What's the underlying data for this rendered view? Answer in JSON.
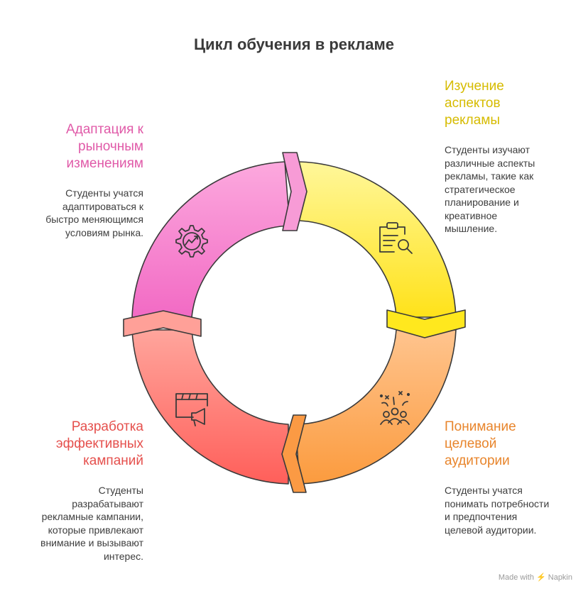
{
  "title": "Цикл обучения в рекламе",
  "colors": {
    "study": "#e6c800",
    "audience": "#f08a30",
    "campaigns": "#e8504f",
    "adaptation": "#e05aa8"
  },
  "stages": {
    "study": {
      "title_lines": [
        "Изучение",
        "аспектов",
        "рекламы"
      ],
      "desc_lines": [
        "Студенты изучают",
        "различные аспекты",
        "рекламы, такие как",
        "стратегическое",
        "планирование и",
        "креативное",
        "мышление."
      ],
      "icon": "clipboard-search-icon"
    },
    "audience": {
      "title_lines": [
        "Понимание",
        "целевой",
        "аудитории"
      ],
      "desc_lines": [
        "Студенты учатся",
        "понимать потребности",
        "и предпочтения",
        "целевой аудитории."
      ],
      "icon": "audience-celebration-icon"
    },
    "campaigns": {
      "title_lines": [
        "Разработка",
        "эффективных",
        "кампаний"
      ],
      "desc_lines": [
        "Студенты",
        "разрабатывают",
        "рекламные кампании,",
        "которые привлекают",
        "внимание и вызывают",
        "интерес."
      ],
      "icon": "film-megaphone-icon"
    },
    "adaptation": {
      "title_lines": [
        "Адаптация к",
        "рыночным",
        "изменениям"
      ],
      "desc_lines": [
        "Студенты учатся",
        "адаптироваться к",
        "быстро меняющимся",
        "условиям рынка."
      ],
      "icon": "gear-trend-icon"
    }
  },
  "footer": "Made with ⚡ Napkin"
}
